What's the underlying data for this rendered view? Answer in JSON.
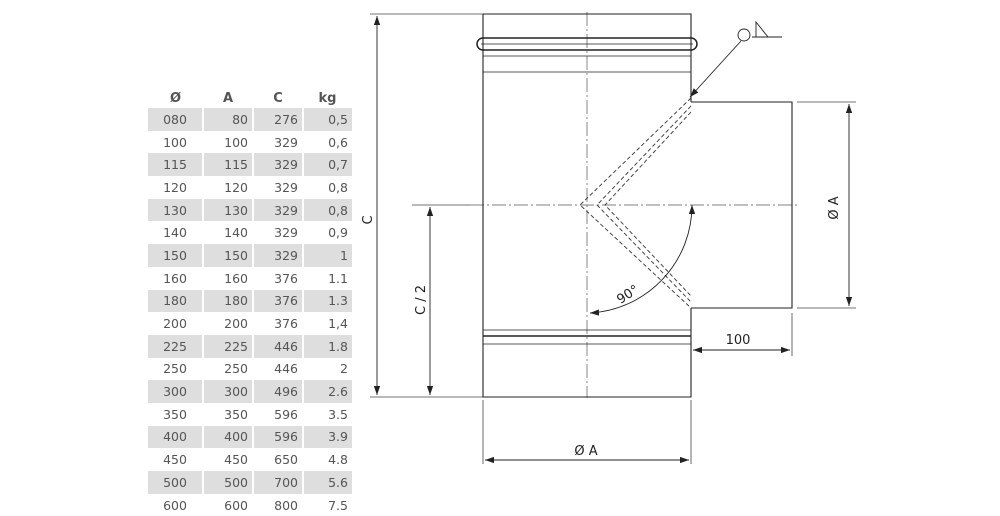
{
  "table": {
    "headers": [
      "Ø",
      "A",
      "C",
      "kg"
    ],
    "rows": [
      [
        "080",
        "80",
        "276",
        "0,5"
      ],
      [
        "100",
        "100",
        "329",
        "0,6"
      ],
      [
        "115",
        "115",
        "329",
        "0,7"
      ],
      [
        "120",
        "120",
        "329",
        "0,8"
      ],
      [
        "130",
        "130",
        "329",
        "0,8"
      ],
      [
        "140",
        "140",
        "329",
        "0,9"
      ],
      [
        "150",
        "150",
        "329",
        "1"
      ],
      [
        "160",
        "160",
        "376",
        "1.1"
      ],
      [
        "180",
        "180",
        "376",
        "1.3"
      ],
      [
        "200",
        "200",
        "376",
        "1,4"
      ],
      [
        "225",
        "225",
        "446",
        "1.8"
      ],
      [
        "250",
        "250",
        "446",
        "2"
      ],
      [
        "300",
        "300",
        "496",
        "2.6"
      ],
      [
        "350",
        "350",
        "596",
        "3.5"
      ],
      [
        "400",
        "400",
        "596",
        "3.9"
      ],
      [
        "450",
        "450",
        "650",
        "4.8"
      ],
      [
        "500",
        "500",
        "700",
        "5.6"
      ],
      [
        "600",
        "600",
        "800",
        "7.5"
      ]
    ]
  },
  "drawing": {
    "label_c": "C",
    "label_c_half": "C / 2",
    "label_angle": "90°",
    "label_branch_length": "100",
    "label_branch_diameter": "Ø A",
    "label_main_diameter": "Ø A"
  }
}
